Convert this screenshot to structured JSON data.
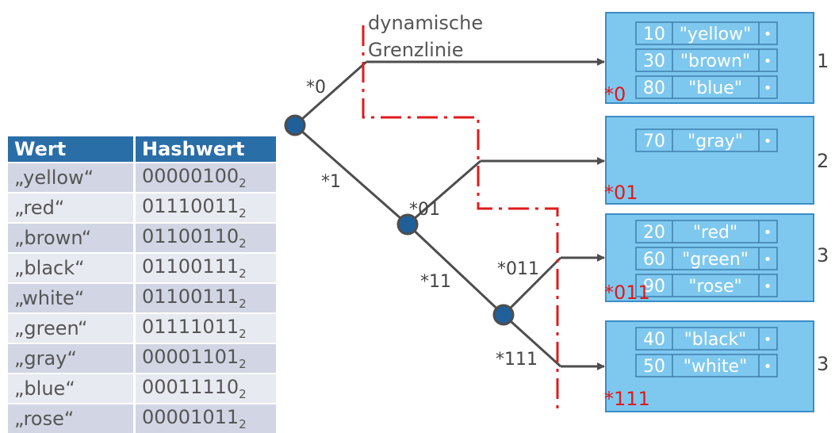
{
  "title_text": {
    "line1": "dynamische",
    "line2": "Grenzlinie"
  },
  "table": {
    "headers": [
      "Wert",
      "Hashwert"
    ],
    "hash_subscript": "2",
    "rows": [
      {
        "value": "„yellow“",
        "hash": "00000100"
      },
      {
        "value": "„red“",
        "hash": "01110011"
      },
      {
        "value": "„brown“",
        "hash": "01100110"
      },
      {
        "value": "„black“",
        "hash": "01100111"
      },
      {
        "value": "„white“",
        "hash": "01100111"
      },
      {
        "value": "„green“",
        "hash": "01111011"
      },
      {
        "value": "„gray“",
        "hash": "00001101"
      },
      {
        "value": "„blue“",
        "hash": "00011110"
      },
      {
        "value": "„rose“",
        "hash": "00001011"
      }
    ]
  },
  "edge_labels": {
    "e0": "*0",
    "e1": "*1",
    "e01": "*01",
    "e11": "*11",
    "e011": "*011",
    "e111": "*111"
  },
  "buckets": [
    {
      "label": "*0",
      "depth": "1",
      "entries": [
        {
          "key": "10",
          "val": "\"yellow\""
        },
        {
          "key": "30",
          "val": "\"brown\""
        },
        {
          "key": "80",
          "val": "\"blue\""
        }
      ]
    },
    {
      "label": "*01",
      "depth": "2",
      "entries": [
        {
          "key": "70",
          "val": "\"gray\""
        }
      ]
    },
    {
      "label": "*011",
      "depth": "3",
      "entries": [
        {
          "key": "20",
          "val": "\"red\""
        },
        {
          "key": "60",
          "val": "\"green\""
        },
        {
          "key": "90",
          "val": "\"rose\""
        }
      ]
    },
    {
      "label": "*111",
      "depth": "3",
      "entries": [
        {
          "key": "40",
          "val": "\"black\""
        },
        {
          "key": "50",
          "val": "\"white\""
        }
      ]
    }
  ],
  "pointer_symbol": "•",
  "colors": {
    "tree": "#4d4d4d",
    "node": "#1f5f9a",
    "boundary": "#e01a1a",
    "bucket_fill": "#7ec8ef",
    "bucket_stroke": "#3a8dc7",
    "bucket_label": "#e01a1a",
    "header": "#2a6ea8"
  }
}
